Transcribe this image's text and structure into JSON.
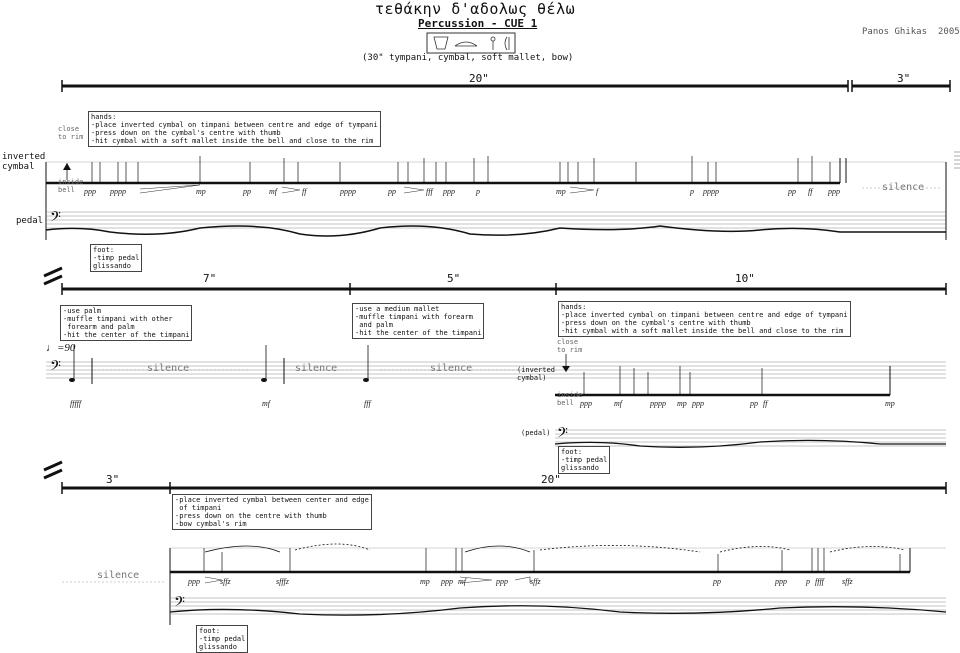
{
  "header": {
    "title": "τεθάκην δ'αδολως θέλω",
    "subtitle": "Percussion - CUE 1",
    "instruments": "(30\" tympani, cymbal, soft mallet, bow)",
    "composer": "Panos Ghikas",
    "year": "2005"
  },
  "system1": {
    "time_main": "20\"",
    "time_end": "3\"",
    "box_hands": "hands:\n-place inverted cymbal on timpani between centre and edge of tympani\n-press down on the cymbal's centre with thumb\n-hit cymbal with a soft mallet inside the bell and close to the rim",
    "close_to_rim": "close\nto rim",
    "inside_bell": "inside\nbell",
    "staff_label_top": "inverted\ncymbal",
    "staff_label_bottom": "pedal",
    "dynamics": [
      "ppp",
      "pppp",
      "mp",
      "pp",
      "mf",
      "ff",
      "pppp",
      "pp",
      "fff",
      "ppp",
      "p",
      "mp",
      "f",
      "p",
      "pppp",
      "pp",
      "ff",
      "ppp"
    ],
    "silence": "silence",
    "box_foot": "foot:\n-timp pedal\nglissando"
  },
  "system2": {
    "time_a": "7\"",
    "time_b": "5\"",
    "time_c": "10\"",
    "box_palm": "-use palm\n-muffle timpani with other\n forearm and palm\n-hit the center of the timpani",
    "box_medium": "-use a medium mallet\n-muffle timpani with forearm\n and palm\n-hit the center of the timpani",
    "box_hands": "hands:\n-place inverted cymbal on timpani between centre and edge of tympani\n-press down on the cymbal's centre with thumb\n-hit cymbal with a soft mallet inside the bell and close to the rim",
    "tempo": "♩=90",
    "silence": "silence",
    "dyn_1": "fffff",
    "dyn_2": "mf",
    "dyn_3": "fff",
    "inverted_cymbal": "(inverted\ncymbal)",
    "close_to_rim": "close\nto rim",
    "inside_bell": "inside\nbell",
    "dynamics": [
      "ppp",
      "mf",
      "pppp",
      "mp",
      "ppp",
      "pp",
      "ff",
      "mp"
    ],
    "pedal": "(pedal)",
    "box_foot": "foot:\n-timp pedal\nglissando"
  },
  "system3": {
    "time_a": "3\"",
    "time_b": "20\"",
    "box_bow": "-place inverted cymbal between center and edge\n of timpani\n-press down on the centre with thumb\n-bow cymbal's rim",
    "silence": "silence",
    "dynamics": [
      "ppp",
      "sffz",
      "sfffz",
      "mp",
      "ppp",
      "mf",
      "ppp",
      "sffz",
      "pp",
      "ppp",
      "p",
      "ffff",
      "sffz"
    ],
    "box_foot": "foot:\n-timp pedal\nglissando"
  }
}
